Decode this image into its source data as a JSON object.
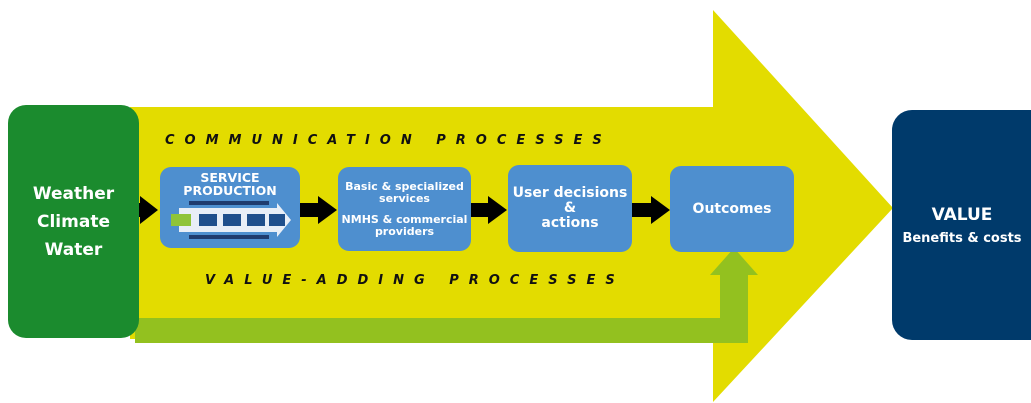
{
  "left_box": {
    "lines": [
      "Weather",
      "Climate",
      "Water"
    ]
  },
  "communication_label": "COMMUNICATION PROCESSES",
  "value_adding_label": "VALUE-ADDING PROCESSES",
  "boxes": {
    "service_production": {
      "lines": [
        "SERVICE",
        "PRODUCTION"
      ]
    },
    "basic_services": {
      "line1": "Basic & specialized",
      "line2": "services",
      "line3": "NMHS & commercial",
      "line4": "providers"
    },
    "user_decisions": {
      "line1": "User decisions",
      "line2": "&",
      "line3": "actions"
    },
    "outcomes": "Outcomes"
  },
  "value_box": {
    "title": "VALUE",
    "subtitle": "Benefits & costs"
  },
  "colors": {
    "big_arrow": "#e3dc00",
    "left_box": "#1b8b2e",
    "value_box": "#003a6b",
    "process_box": "#4e8fcf",
    "feedback_arrow": "#93c11f",
    "small_arrows": "#000000"
  }
}
